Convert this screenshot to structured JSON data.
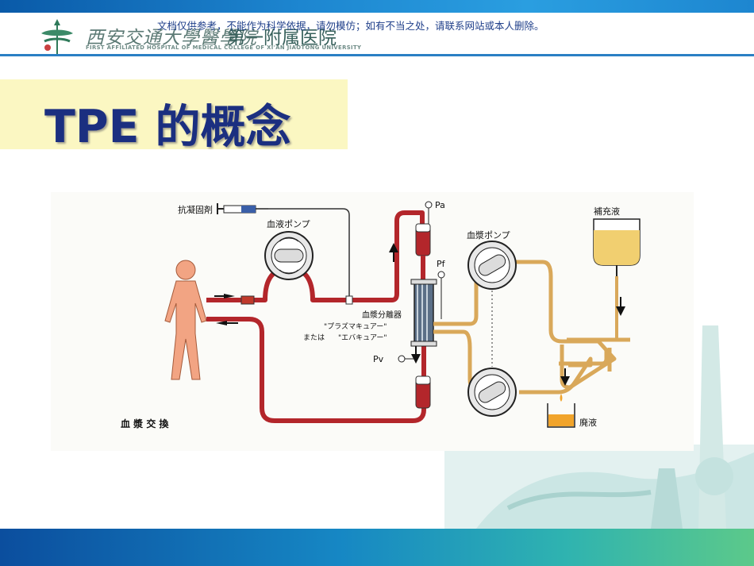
{
  "header": {
    "school_name": "西安交通大學醫學院",
    "hospital_name": "第一附属医院",
    "school_en": "FIRST AFFILIATED HOSPITAL OF MEDICAL COLLEGE OF XI'AN JIAOTONG UNIVERSITY",
    "notice": "文档仅供参考，不能作为科学依据，请勿模仿；如有不当之处，请联系网站或本人删除。"
  },
  "slide": {
    "title": "TPE 的概念"
  },
  "diagram": {
    "anticoagulant": "抗凝固剤",
    "blood_pump": "血液ポンプ",
    "plasma_pump": "血漿ポンプ",
    "replacement_fluid": "補充液",
    "separator": "血漿分離器",
    "separator_product1": "\"プラズマキュアー\"",
    "separator_or": "または",
    "separator_product2": "\"エバキュアー\"",
    "pa": "Pa",
    "pf": "Pf",
    "pv": "Pv",
    "waste_fluid": "廃液",
    "caption": "血 漿 交 換"
  },
  "colors": {
    "blood_line": "#b3262b",
    "plasma_line": "#d9a85a",
    "title_color": "#1b2f80",
    "title_bg": "#fbf7c2",
    "person": "#f2a483"
  }
}
